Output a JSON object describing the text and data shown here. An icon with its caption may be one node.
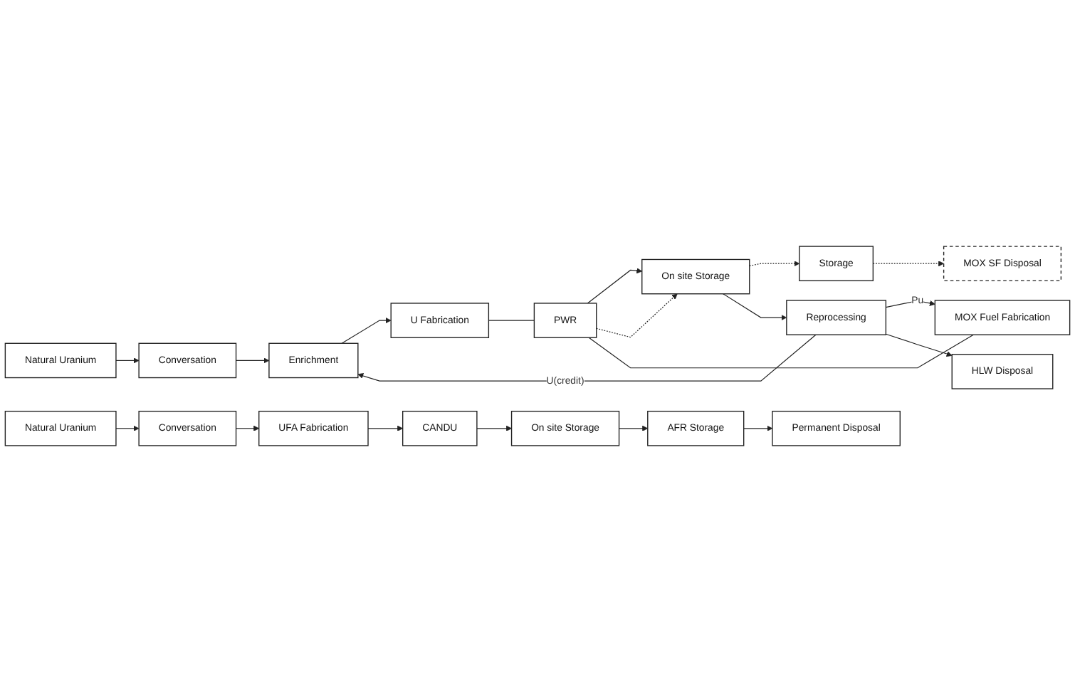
{
  "diagram": {
    "nodes": [
      {
        "text": [
          "Natural Uranium"
        ]
      },
      {
        "text": [
          "Conversation"
        ]
      },
      {
        "text": [
          "Enrichment"
        ]
      },
      {
        "text": [
          "U Fabrication"
        ]
      },
      {
        "text": [
          "PWR"
        ]
      },
      {
        "text": [
          "On site Storage"
        ]
      },
      {
        "text": [
          "Storage"
        ]
      },
      {
        "text": [
          "MOX SF Disposal"
        ]
      },
      {
        "text": [
          "MOX Fuel Fabrication"
        ]
      },
      {
        "text": [
          "Reprocessing"
        ]
      },
      {
        "text": [
          "HLW Disposal"
        ]
      },
      {
        "text": [
          "Natural Uranium"
        ]
      },
      {
        "text": [
          "Conversation"
        ]
      },
      {
        "text": [
          "UFA Fabrication"
        ]
      },
      {
        "text": [
          "CANDU"
        ]
      },
      {
        "text": [
          "On site Storage"
        ]
      },
      {
        "text": [
          "AFR Storage"
        ]
      },
      {
        "text": [
          "Permanent Disposal"
        ]
      }
    ],
    "edges": [
      {
        "from": 0,
        "to": 1,
        "arrow": "to"
      },
      {
        "from": 1,
        "to": 2,
        "arrow": "to"
      },
      {
        "from": 2,
        "to": 3,
        "arrow": "to"
      },
      {
        "from": 3,
        "to": 4,
        "arrow": "none"
      },
      {
        "from": 4,
        "to": 5,
        "arrow": "to"
      },
      {
        "from": 4,
        "to": 5,
        "arrow": "to",
        "style": "dashed"
      },
      {
        "from": 5,
        "to": 6,
        "arrow": "to",
        "style": "dashed"
      },
      {
        "from": 6,
        "to": 7,
        "arrow": "to",
        "style": "dashed"
      },
      {
        "from": 8,
        "to": 4,
        "arrow": "none"
      },
      {
        "from": 5,
        "to": 9,
        "arrow": "to"
      },
      {
        "from": 9,
        "to": 8,
        "arrow": "to",
        "label": "Pu"
      },
      {
        "from": 9,
        "to": 10,
        "arrow": "to"
      },
      {
        "from": 9,
        "to": 2,
        "arrow": "to",
        "label": "U(credit)"
      },
      {
        "from": 11,
        "to": 12,
        "arrow": "to"
      },
      {
        "from": 12,
        "to": 13,
        "arrow": "to"
      },
      {
        "from": 13,
        "to": 14,
        "arrow": "to"
      },
      {
        "from": 14,
        "to": 15,
        "arrow": "to"
      },
      {
        "from": 15,
        "to": 16,
        "arrow": "to"
      },
      {
        "from": 16,
        "to": 17,
        "arrow": "to"
      }
    ]
  }
}
